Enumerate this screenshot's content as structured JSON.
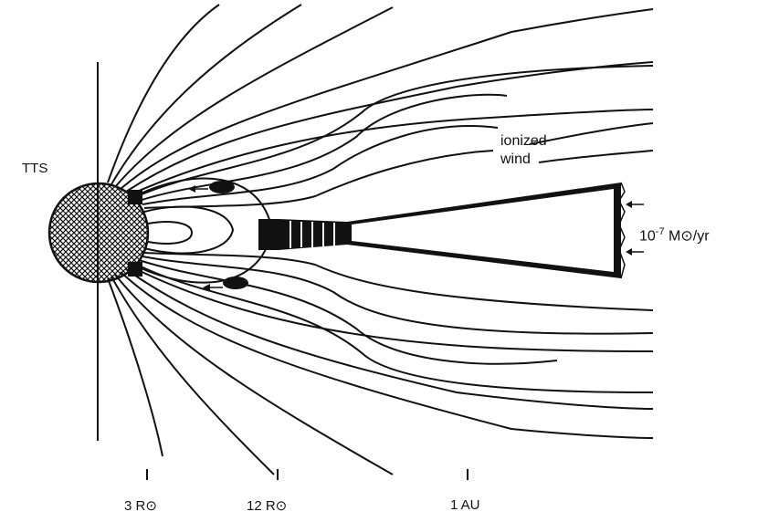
{
  "labels": {
    "star": "TTS",
    "ionized": "ionized",
    "wind": "wind",
    "rate_base": "10",
    "rate_exp": "-7",
    "rate_unit": "M⊙/yr"
  },
  "ticks": [
    {
      "label": "3 R⊙"
    },
    {
      "label": "12 R⊙"
    },
    {
      "label": "1 AU"
    }
  ],
  "colors": {
    "ink": "#111111",
    "background": "#ffffff"
  }
}
